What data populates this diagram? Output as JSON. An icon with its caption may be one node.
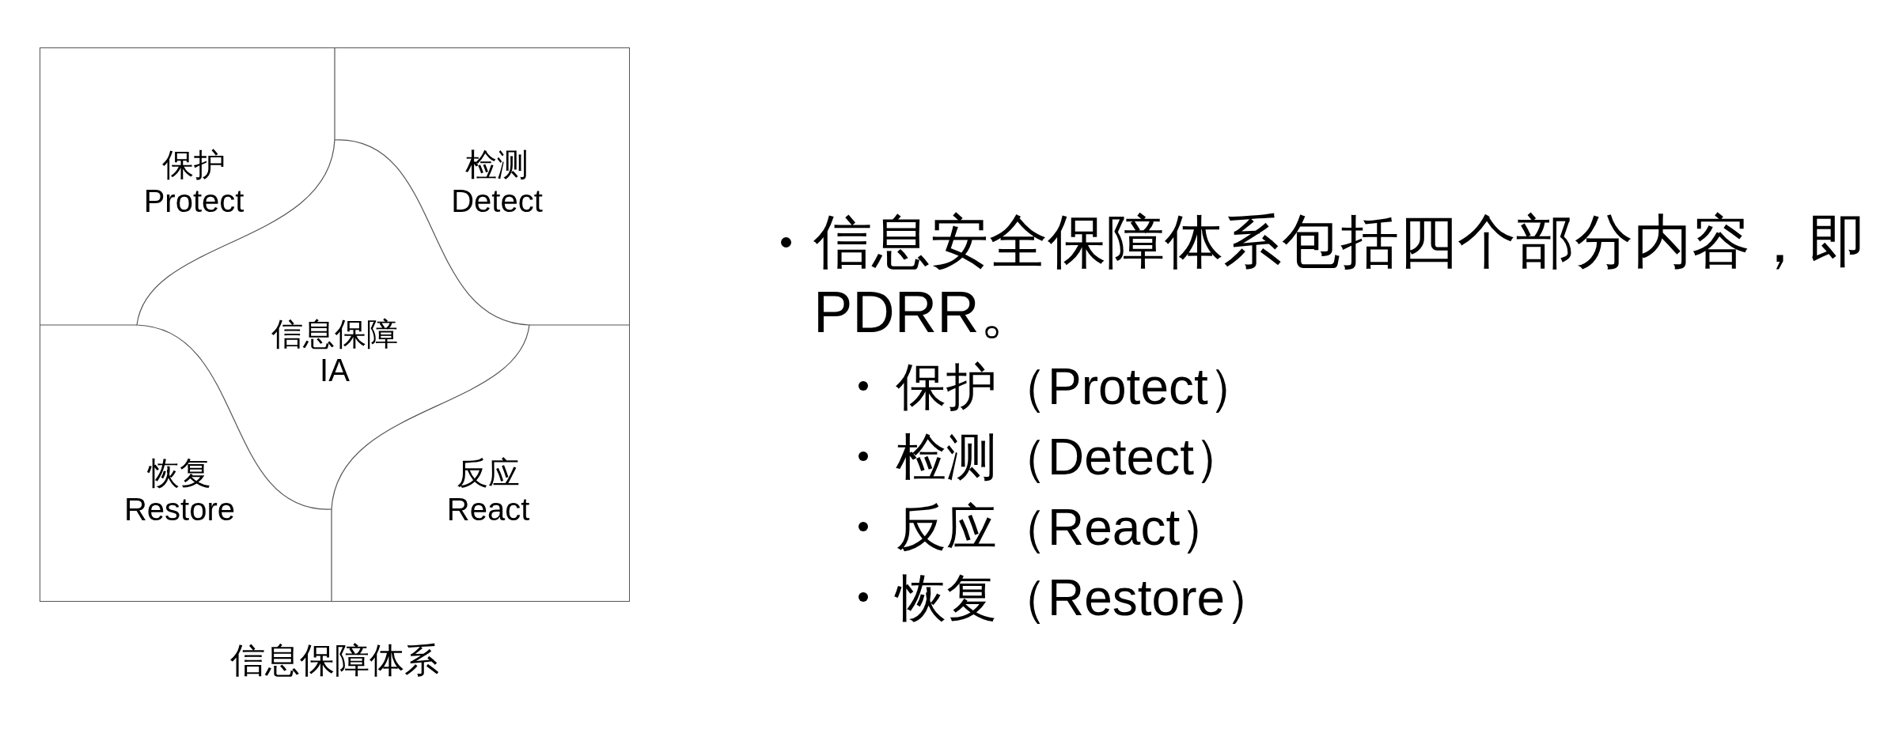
{
  "diagram": {
    "nodes": [
      {
        "text": [
          "信息保障体系"
        ]
      },
      {
        "text": [
          "保护",
          "Protect"
        ],
        "in": 0
      },
      {
        "text": [
          "检测",
          "Detect"
        ],
        "in": 0
      },
      {
        "text": [
          "信息保障",
          "IA"
        ],
        "in": 0
      },
      {
        "text": [
          "恢复",
          "Restore"
        ],
        "in": 0
      },
      {
        "text": [
          "反应",
          "React"
        ],
        "in": 0
      }
    ],
    "labels": [
      "信息安全保障体系包括四个部分内容，即PDRR。",
      "保护（Protect）",
      "检测（Detect）",
      "反应（React）",
      "恢复（Restore）"
    ]
  }
}
